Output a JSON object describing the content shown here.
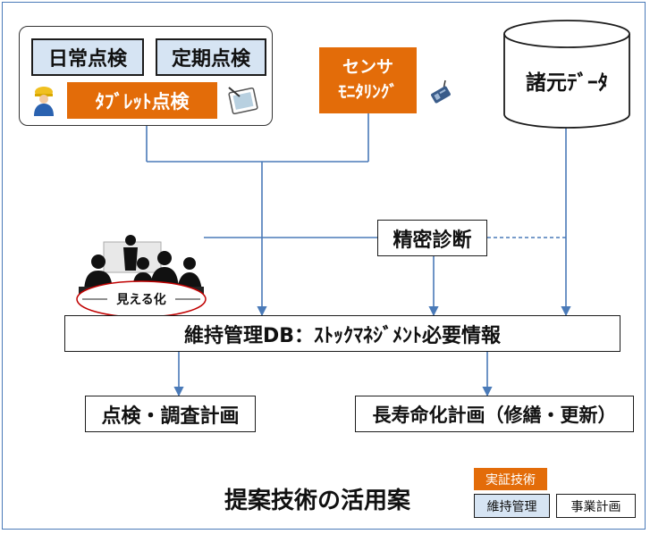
{
  "nodes": {
    "daily_inspection": "日常点検",
    "periodic_inspection": "定期点検",
    "tablet_inspection": "ﾀﾌﾞﾚｯﾄ点検",
    "sensor_monitoring_line1": "センサ",
    "sensor_monitoring_line2": "ﾓﾆﾀﾘﾝｸﾞ",
    "specification_data": "諸元ﾃﾞｰﾀ",
    "precision_diagnosis": "精密診断",
    "maintenance_db": "維持管理DB：ｽﾄｯｸﾏﾈｼﾞﾒﾝﾄ必要情報",
    "inspection_plan": "点検・調査計画",
    "longevity_plan": "長寿命化計画（修繕・更新）"
  },
  "visualization_label": "見える化",
  "footer_title": "提案技術の活用案",
  "legend": {
    "demonstration": "実証技術",
    "maintenance": "維持管理",
    "business_plan": "事業計画"
  },
  "colors": {
    "blue_fill": "#d6e4f3",
    "orange": "#e36c09",
    "frame": "#4a7ab8",
    "connector": "#4a7ab8",
    "ellipse_stroke": "#c00000"
  },
  "icons": [
    "worker-icon",
    "tablet-icon",
    "sensor-icon",
    "meeting-people-icon"
  ]
}
